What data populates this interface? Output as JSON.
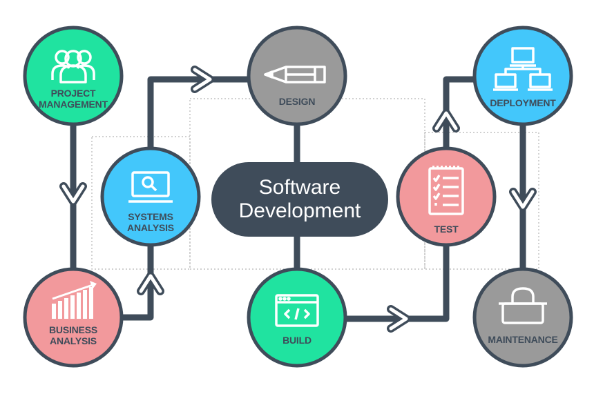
{
  "center": {
    "title": "Software\nDevelopment"
  },
  "nodes": {
    "project_management": "PROJECT\nMANAGEMENT",
    "systems_analysis": "SYSTEMS\nANALYSIS",
    "business_analysis": "BUSINESS\nANALYSIS",
    "design": "DESIGN",
    "build": "BUILD",
    "test": "TEST",
    "deployment": "DEPLOYMENT",
    "maintenance": "MAINTENANCE"
  },
  "colors": {
    "green": "#20e3a0",
    "blue": "#43c7fb",
    "pink": "#f2999c",
    "gray": "#9a9a9a",
    "dark": "#3f4c5a",
    "dotted": "#b5b5b5"
  },
  "icons": {
    "project_management": "people-group-icon",
    "systems_analysis": "monitor-search-icon",
    "business_analysis": "bar-chart-growth-icon",
    "design": "pencil-icon",
    "build": "code-window-icon",
    "test": "checklist-icon",
    "deployment": "network-computers-icon",
    "maintenance": "toolbox-icon"
  }
}
